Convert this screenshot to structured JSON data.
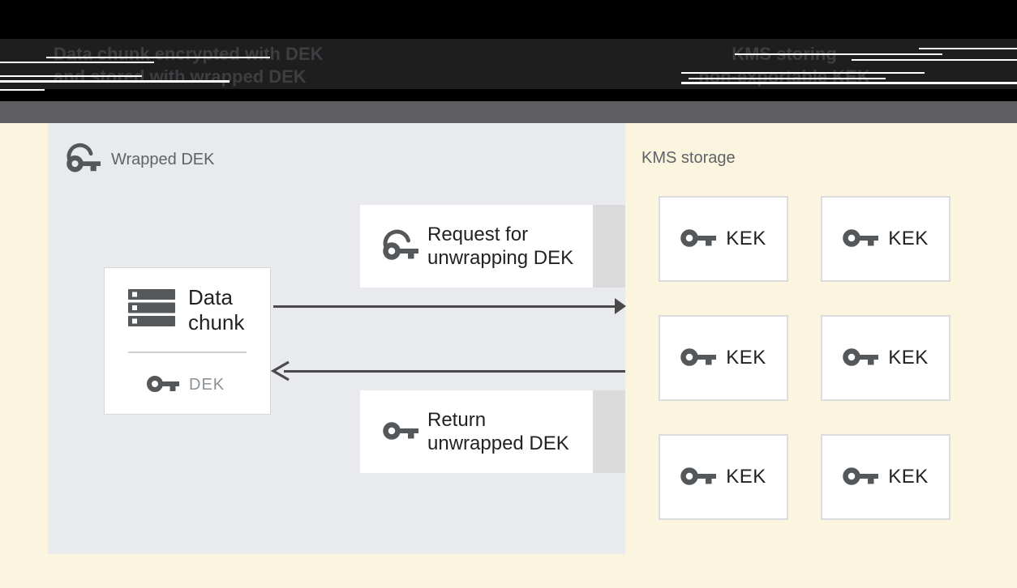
{
  "header": {
    "left_caption": {
      "line1": "Data chunk encrypted with DEK",
      "line2": "and stored with wrapped DEK"
    },
    "right_caption": {
      "line1": "KMS storing",
      "line2": "non-exportable KEK"
    }
  },
  "wrapped_dek_panel": {
    "label": "Wrapped DEK",
    "icon": "wrapped-key-icon"
  },
  "data_chunk_box": {
    "line1": "Data",
    "line2": "chunk",
    "icon": "data-stack-icon",
    "dek": {
      "label": "DEK",
      "icon": "key-icon"
    }
  },
  "request_box": {
    "line1": "Request for",
    "line2": "unwrapping DEK",
    "icon": "wrapped-key-icon"
  },
  "return_box": {
    "line1": "Return",
    "line2": "unwrapped DEK",
    "icon": "key-icon"
  },
  "kms_panel": {
    "label": "KMS storage",
    "kek_boxes": [
      {
        "label": "KEK",
        "icon": "key-icon"
      },
      {
        "label": "KEK",
        "icon": "key-icon"
      },
      {
        "label": "KEK",
        "icon": "key-icon"
      },
      {
        "label": "KEK",
        "icon": "key-icon"
      },
      {
        "label": "KEK",
        "icon": "key-icon"
      },
      {
        "label": "KEK",
        "icon": "key-icon"
      }
    ]
  },
  "colors": {
    "header_bg": "#000000",
    "header_inner_bg": "#1E1E1E",
    "gray_band": "#5E5E60",
    "yellow_bg": "#FBF4DF",
    "panel_bg": "#E8EAED",
    "box_border": "#DADCE0",
    "strip_gray": "#DBDBDB",
    "arrow": "#4A4A4A",
    "icon_gray": "#55585B",
    "text_dark": "#1F2124",
    "label_gray": "#5F6368",
    "dek_text_gray": "#8C9196"
  }
}
